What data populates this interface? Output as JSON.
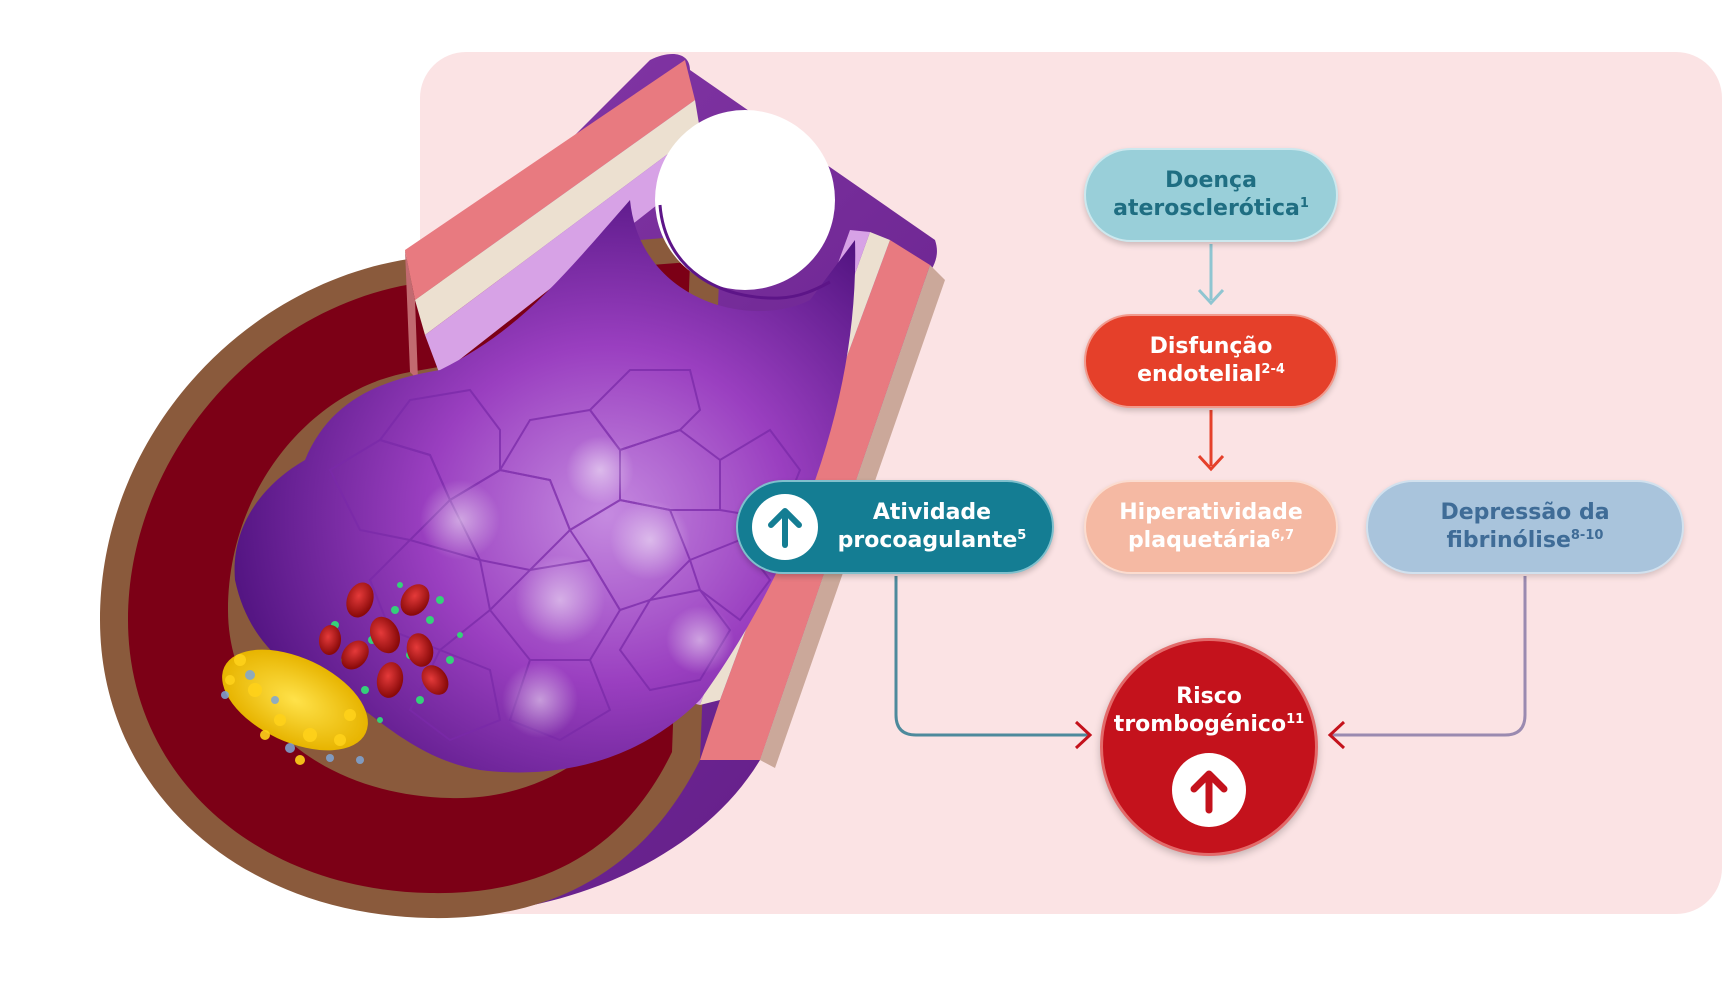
{
  "colors": {
    "panel_background": "#fbe3e4",
    "aterosclerose": "#99cfd9",
    "disfuncao": "#e5402a",
    "hiperatividade": "#f5b9a3",
    "procoagulante": "#147d93",
    "fibrinolise": "#a9c4dc",
    "risco": "#c4121c"
  },
  "nodes": {
    "doenca": {
      "line1": "Doença",
      "line2": "aterosclerótica",
      "ref": "1"
    },
    "disfuncao": {
      "line1": "Disfunção",
      "line2": "endotelial",
      "ref": "2-4"
    },
    "hiperatividade": {
      "line1": "Hiperatividade",
      "line2": "plaquetária",
      "ref": "6,7"
    },
    "atividade": {
      "line1": "Atividade",
      "line2": "procoagulante",
      "ref": "5",
      "icon": "arrow-up-icon"
    },
    "depressao": {
      "line1": "Depressão da",
      "line2": "fibrinólise",
      "ref": "8-10"
    },
    "risco": {
      "line1": "Risco",
      "line2": "trombogénico",
      "ref": "11",
      "icon": "arrow-up-icon"
    }
  },
  "illustration": {
    "subject": "artery-cross-section-with-plaque-and-thrombus"
  }
}
